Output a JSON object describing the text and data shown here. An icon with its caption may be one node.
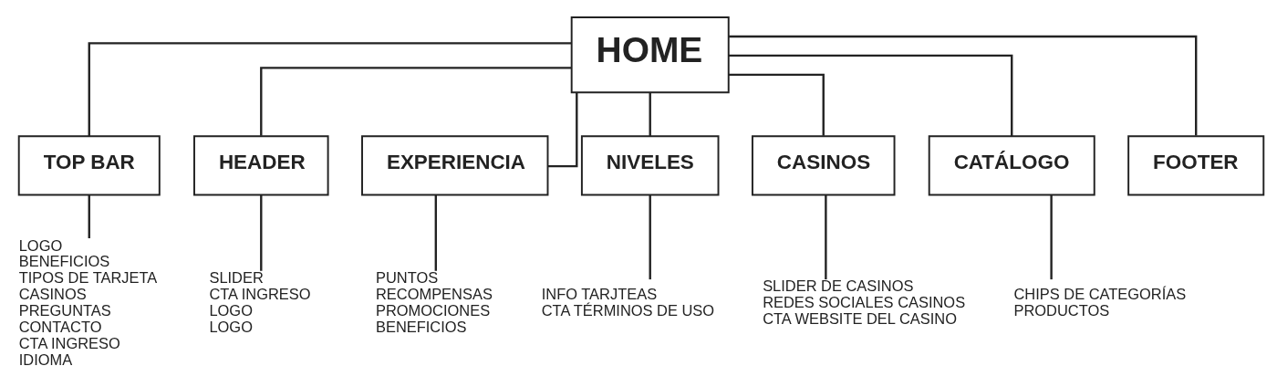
{
  "diagram": {
    "nodes": [
      {
        "text": [
          "HOME"
        ]
      },
      {
        "text": [
          "TOP BAR"
        ]
      },
      {
        "text": [
          "HEADER"
        ]
      },
      {
        "text": [
          "EXPERIENCIA"
        ]
      },
      {
        "text": [
          "NIVELES"
        ]
      },
      {
        "text": [
          "CASINOS"
        ]
      },
      {
        "text": [
          "CATÁLOGO"
        ]
      },
      {
        "text": [
          "FOOTER"
        ]
      },
      {
        "text": [
          "LOGO",
          "BENEFICIOS",
          "TIPOS DE TARJETA",
          "CASINOS",
          "PREGUNTAS",
          "CONTACTO",
          "CTA INGRESO",
          "IDIOMA"
        ]
      },
      {
        "text": [
          "SLIDER",
          "CTA INGRESO",
          "LOGO",
          "LOGO"
        ]
      },
      {
        "text": [
          "PUNTOS",
          "RECOMPENSAS",
          "PROMOCIONES",
          "BENEFICIOS"
        ]
      },
      {
        "text": [
          "INFO TARJTEAS",
          "CTA TÉRMINOS DE USO"
        ]
      },
      {
        "text": [
          "SLIDER DE CASINOS",
          "REDES SOCIALES CASINOS",
          "CTA WEBSITE DEL CASINO"
        ]
      },
      {
        "text": [
          "CHIPS DE CATEGORÍAS",
          "PRODUCTOS"
        ]
      }
    ],
    "edges": [
      {
        "from": 0,
        "to": 1,
        "arrow": "none"
      },
      {
        "from": 0,
        "to": 2,
        "arrow": "none"
      },
      {
        "from": 0,
        "to": 3,
        "arrow": "none"
      },
      {
        "from": 0,
        "to": 4,
        "arrow": "none"
      },
      {
        "from": 0,
        "to": 5,
        "arrow": "none"
      },
      {
        "from": 0,
        "to": 6,
        "arrow": "none"
      },
      {
        "from": 0,
        "to": 7,
        "arrow": "none"
      },
      {
        "from": 1,
        "to": 8,
        "arrow": "none"
      },
      {
        "from": 2,
        "to": 9,
        "arrow": "none"
      },
      {
        "from": 3,
        "to": 10,
        "arrow": "none"
      },
      {
        "from": 4,
        "to": 11,
        "arrow": "none"
      },
      {
        "from": 5,
        "to": 12,
        "arrow": "none"
      },
      {
        "from": 6,
        "to": 13,
        "arrow": "none"
      }
    ]
  }
}
